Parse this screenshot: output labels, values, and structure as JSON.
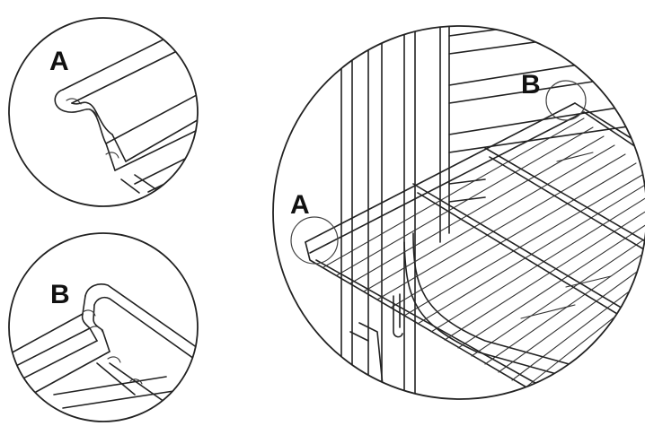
{
  "labels": {
    "detail_a": "A",
    "detail_b": "B",
    "main_a": "A",
    "main_b": "B"
  },
  "colors": {
    "line": "#222222",
    "background": "#ffffff"
  }
}
